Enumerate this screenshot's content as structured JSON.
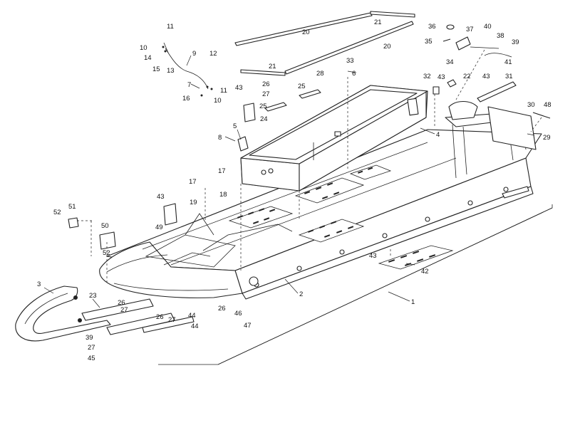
{
  "diagram": {
    "type": "exploded-parts-view",
    "callouts": [
      "1",
      "2",
      "3",
      "4",
      "5",
      "6",
      "7",
      "8",
      "9",
      "10",
      "10",
      "11",
      "11",
      "12",
      "13",
      "14",
      "15",
      "16",
      "17",
      "17",
      "18",
      "19",
      "20",
      "20",
      "21",
      "21",
      "22",
      "23",
      "24",
      "25",
      "25",
      "26",
      "26",
      "26",
      "26",
      "27",
      "27",
      "27",
      "27",
      "28",
      "29",
      "30",
      "31",
      "32",
      "33",
      "34",
      "35",
      "36",
      "37",
      "38",
      "39",
      "39",
      "40",
      "41",
      "42",
      "43",
      "43",
      "43",
      "43",
      "43",
      "44",
      "44",
      "45",
      "46",
      "47",
      "48",
      "49",
      "50",
      "51",
      "52",
      "52"
    ]
  }
}
